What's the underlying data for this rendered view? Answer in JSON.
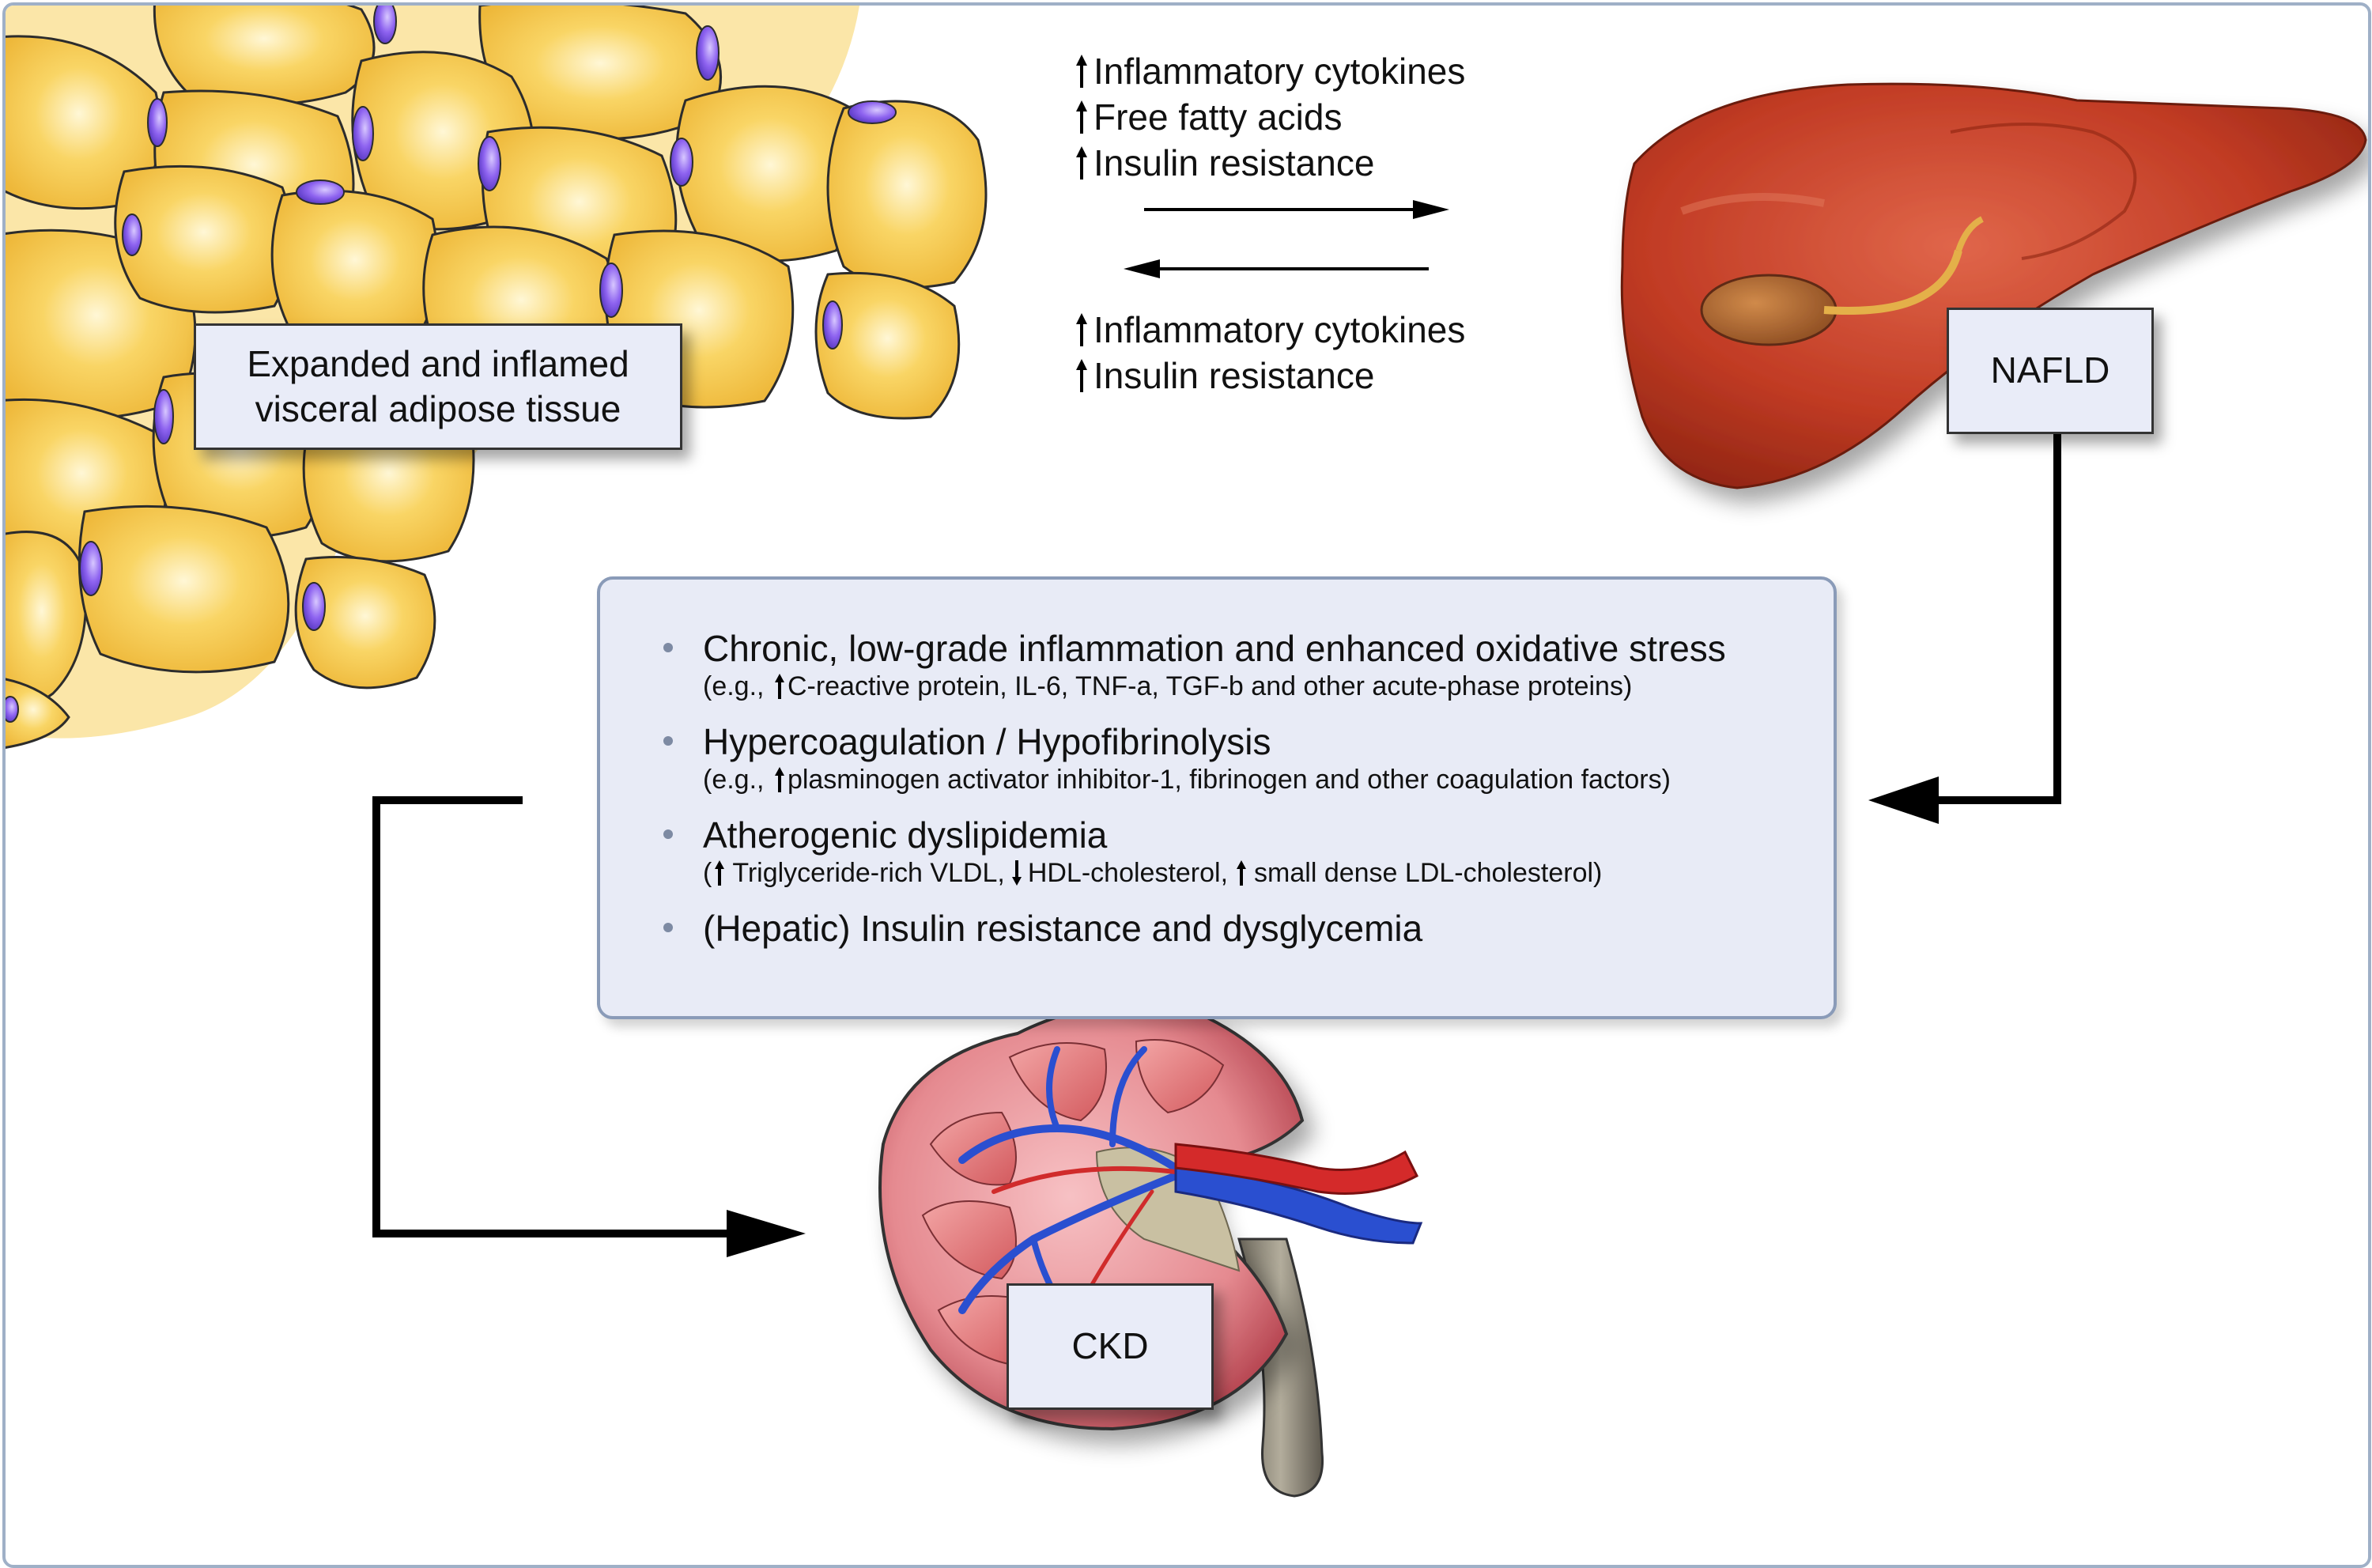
{
  "labels": {
    "adipose": "Expanded and inflamed visceral adipose tissue",
    "nafld": "NAFLD",
    "ckd": "CKD"
  },
  "adipose_to_liver": {
    "items": [
      "Inflammatory cytokines",
      "Free fatty acids",
      "Insulin resistance"
    ]
  },
  "liver_to_adipose": {
    "items": [
      "Inflammatory cytokines",
      "Insulin resistance"
    ]
  },
  "mechanisms": [
    {
      "title": "Chronic, low-grade inflammation and enhanced oxidative stress",
      "detail_prefix": "(e.g., ",
      "detail": "C-reactive protein, IL-6, TNF-a, TGF-b and other acute-phase proteins)"
    },
    {
      "title": "Hypercoagulation / Hypofibrinolysis",
      "detail_prefix": "(e.g., ",
      "detail": "plasminogen activator inhibitor-1, fibrinogen and other coagulation factors)"
    },
    {
      "title": "Atherogenic dyslipidemia",
      "detail_prefix": "(",
      "detail_parts": [
        "Triglyceride-rich VLDL,",
        "HDL-cholesterol,",
        "small dense LDL-cholesterol)"
      ]
    },
    {
      "title": "(Hepatic) Insulin resistance and dysglycemia"
    }
  ],
  "colors": {
    "adipocyte": "#f7cd55",
    "nucleus": "#8a5ae6",
    "liver": "#c5402a",
    "kidney_red": "#d9545a",
    "vessel_blue": "#2a4fd0",
    "label_fill": "#e9ecf8",
    "panel_fill": "#e8ebf6",
    "panel_border": "#8a9bb8"
  },
  "icons": [
    "up-arrow-icon",
    "down-arrow-icon",
    "bullet-icon",
    "adipose-tissue-illustration",
    "liver-illustration",
    "kidney-illustration"
  ]
}
